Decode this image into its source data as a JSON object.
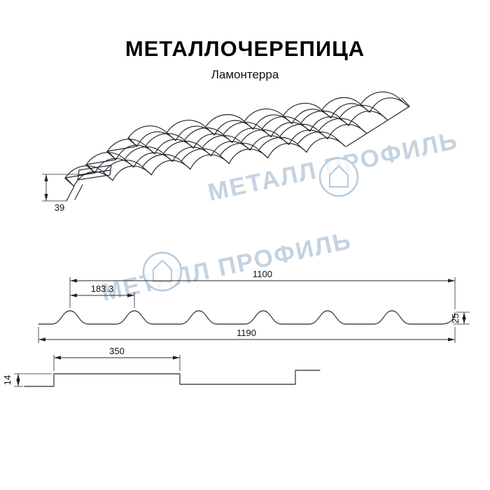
{
  "header": {
    "title": "МЕТАЛЛОЧЕРЕПИЦА",
    "subtitle": "Ламонтерра"
  },
  "watermark": {
    "text": "МЕТАЛЛ ПРОФИЛЬ",
    "color": "#b6c9da"
  },
  "dimensions": {
    "profile_height": "39",
    "cover_width": "1100",
    "wave_pitch": "183.3",
    "wave_height": "25",
    "full_width": "1190",
    "step_length": "350",
    "step_height": "14"
  }
}
